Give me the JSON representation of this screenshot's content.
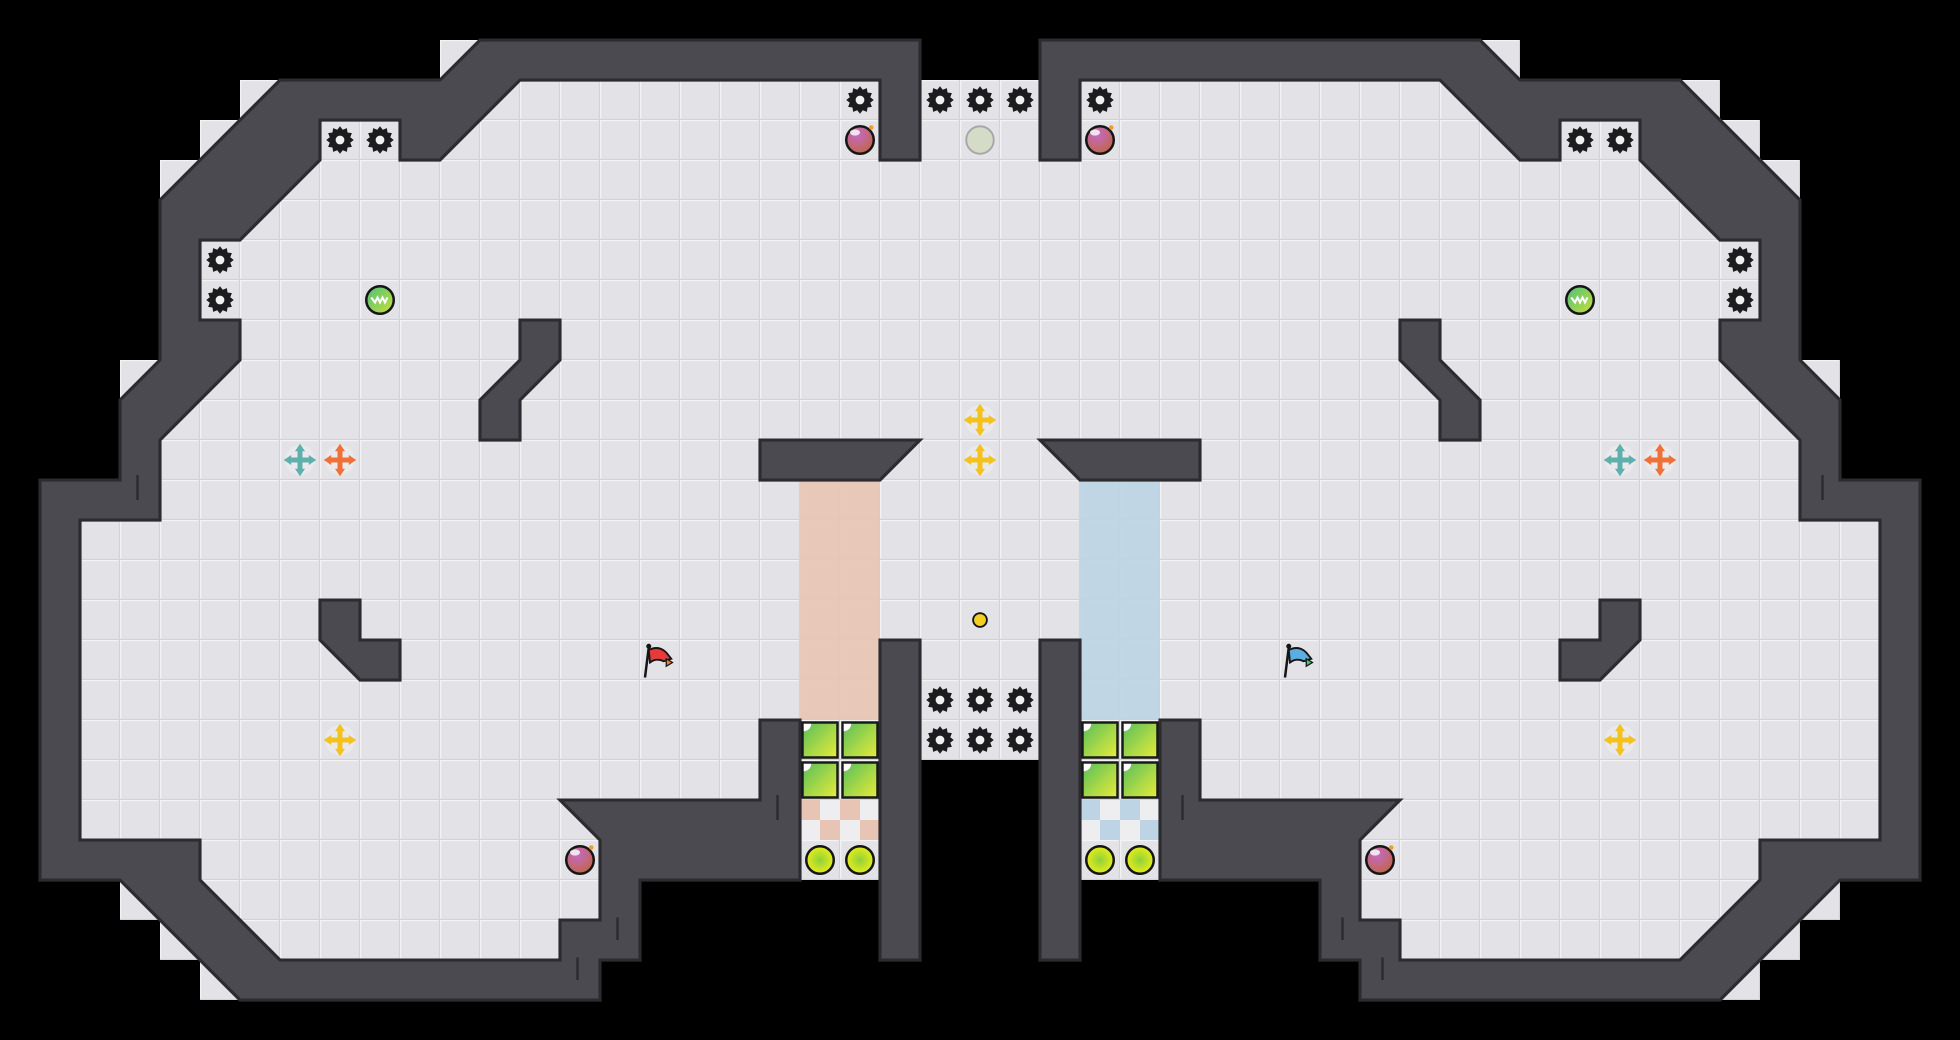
{
  "game": {
    "mode": "capture-the-flag",
    "teams": [
      {
        "name": "red",
        "color": "#e8c4b4",
        "flag_color": "#e83a3a"
      },
      {
        "name": "blue",
        "color": "#bcd4e4",
        "flag_color": "#5aaee0"
      }
    ]
  },
  "palette": {
    "background": "#000000",
    "floor": "#e3e3e7",
    "floor_line": "#f2f2f4",
    "wall": "#4b4a50",
    "wall_edge": "#2c2c30",
    "gate": "#8fd14f",
    "button": "#e6ea22",
    "bomb": "#9a4fa0",
    "spike": "#1c1c1e"
  },
  "entity_types": [
    "spike-icon",
    "bomb-icon",
    "inactive-bomb-icon",
    "rolling-bomb-icon",
    "team-boost-icon",
    "boost-icon",
    "flag-icon",
    "gate-tile",
    "button-icon",
    "marker-icon"
  ]
}
